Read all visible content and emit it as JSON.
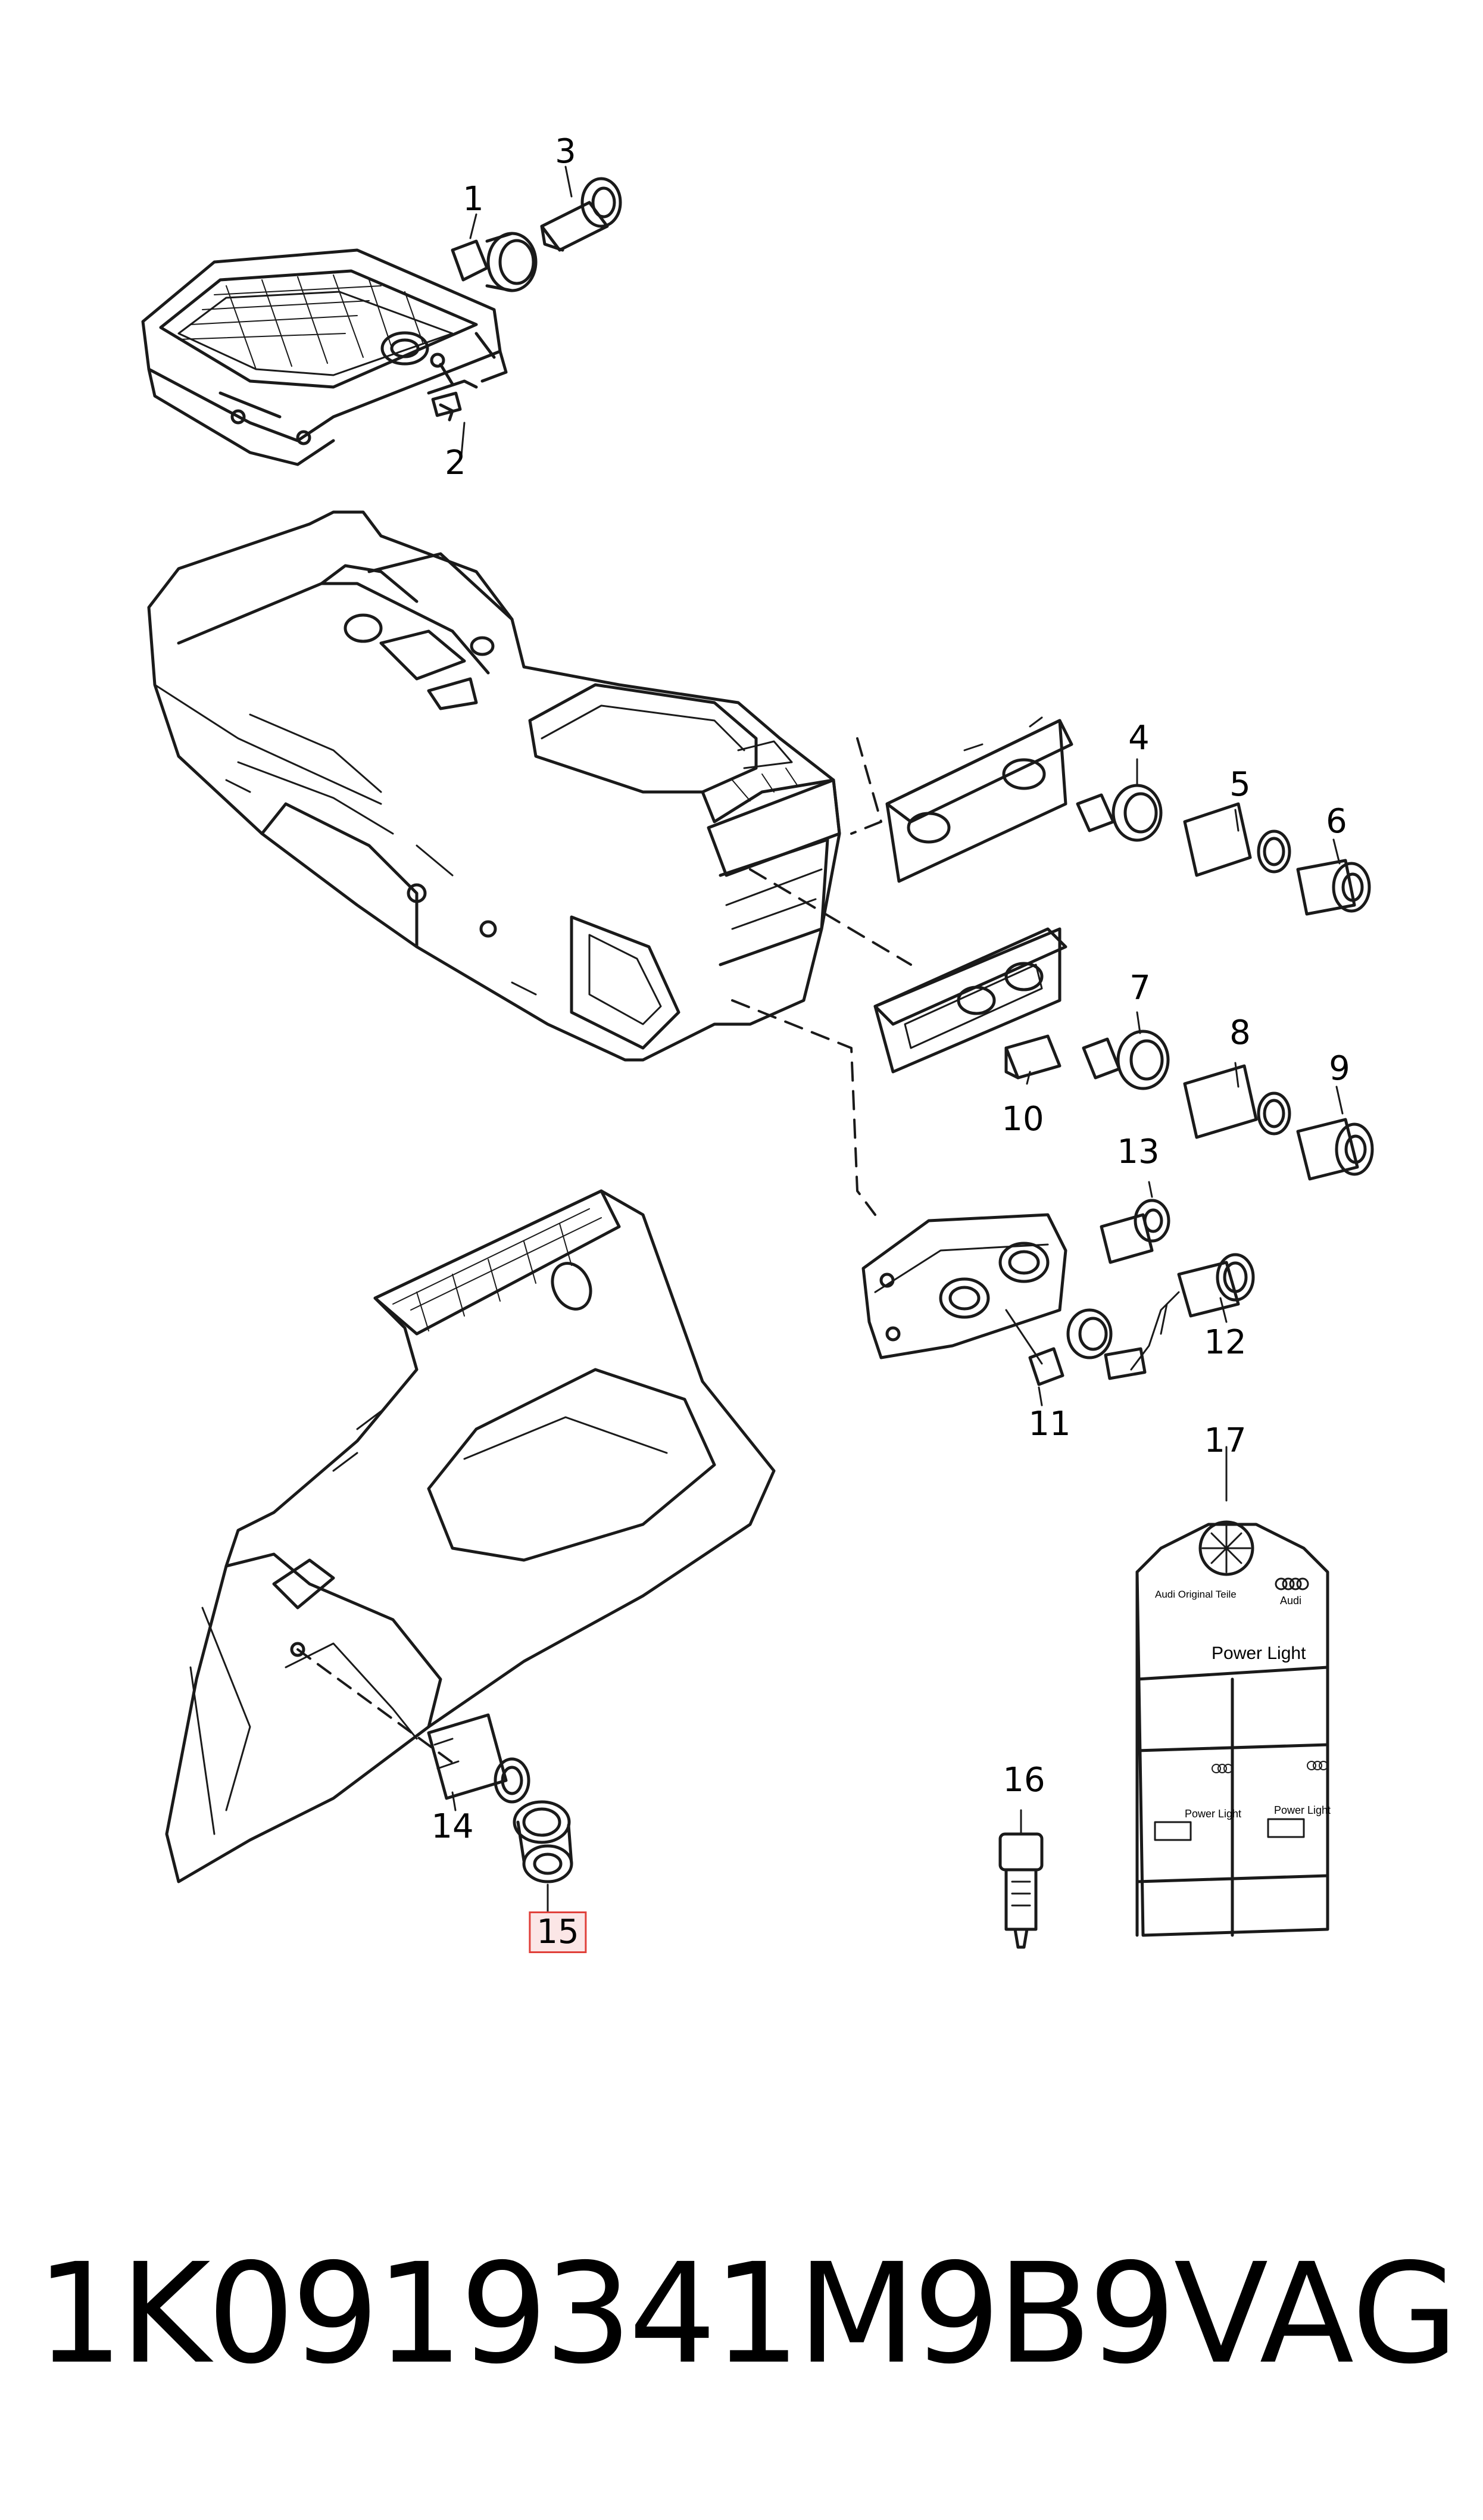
{
  "callouts": [
    {
      "id": "1",
      "text": "1",
      "highlight": false
    },
    {
      "id": "2",
      "text": "2",
      "highlight": false
    },
    {
      "id": "3",
      "text": "3",
      "highlight": false
    },
    {
      "id": "4",
      "text": "4",
      "highlight": false
    },
    {
      "id": "5",
      "text": "5",
      "highlight": false
    },
    {
      "id": "6",
      "text": "6",
      "highlight": false
    },
    {
      "id": "7",
      "text": "7",
      "highlight": false
    },
    {
      "id": "8",
      "text": "8",
      "highlight": false
    },
    {
      "id": "9",
      "text": "9",
      "highlight": false
    },
    {
      "id": "10",
      "text": "10",
      "highlight": false
    },
    {
      "id": "11",
      "text": "11",
      "highlight": false
    },
    {
      "id": "12",
      "text": "12",
      "highlight": false
    },
    {
      "id": "13",
      "text": "13",
      "highlight": false
    },
    {
      "id": "14",
      "text": "14",
      "highlight": false
    },
    {
      "id": "15",
      "text": "15",
      "highlight": true
    },
    {
      "id": "16",
      "text": "16",
      "highlight": false
    },
    {
      "id": "17",
      "text": "17",
      "highlight": false
    }
  ],
  "display_box": {
    "small_text": "Audi Original Teile",
    "title": "Power Light",
    "brand": "Audi",
    "tray_label": "Power Light"
  },
  "footer": {
    "part_number": "1K0919341M9B9",
    "brand": "VAG"
  },
  "colors": {
    "line": "#1a1a1a",
    "highlight_border": "#e0403a",
    "highlight_fill": "#fbe6e6"
  }
}
